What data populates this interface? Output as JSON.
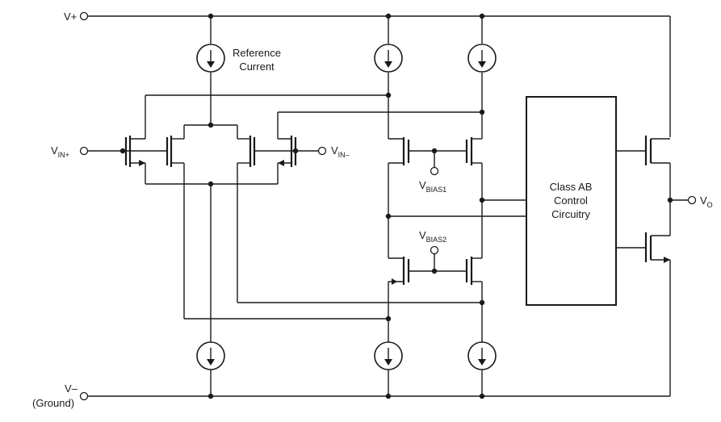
{
  "labels": {
    "vplus": "V+",
    "vin_plus_main": "V",
    "vin_plus_sub": "IN+",
    "vin_minus_main": "V",
    "vin_minus_sub": "IN–",
    "vbias1_main": "V",
    "vbias1_sub": "BIAS1",
    "vbias2_main": "V",
    "vbias2_sub": "BIAS2",
    "vo_main": "V",
    "vo_sub": "O",
    "vminus": "V–",
    "ground": "(Ground)",
    "reference_line1": "Reference",
    "reference_line2": "Current",
    "classab_line1": "Class AB",
    "classab_line2": "Control",
    "classab_line3": "Circuitry"
  },
  "colors": {
    "ink": "#1a1a1a",
    "background": "#ffffff"
  }
}
